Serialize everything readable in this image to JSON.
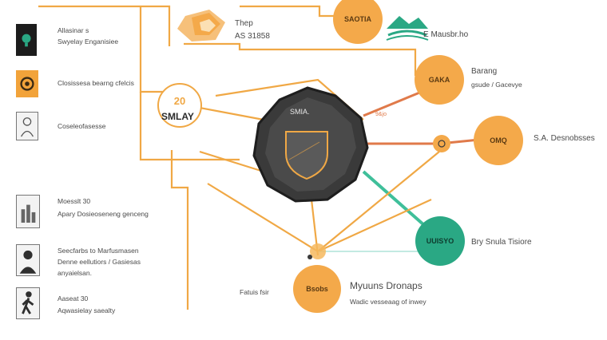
{
  "colors": {
    "orange": "#f4a94a",
    "orange_line": "#f0a845",
    "red_line": "#e07a4a",
    "teal": "#2aa884",
    "teal_line": "#3fbf9a",
    "hub": "#3a3a3a",
    "hub_shield": "#f0a845"
  },
  "icons": {
    "item1": "lightbulb-icon",
    "item2": "spiral-icon",
    "item3": "person-sketch-icon",
    "item4": "building-chart-icon",
    "item5": "person-portrait-icon",
    "item6": "walking-person-icon",
    "logo": "mountain-logo-icon",
    "hub": "shield-icon",
    "top_box": "cube-cluster-icon"
  },
  "left_list": [
    {
      "line1": "Allasinar s",
      "line2": "Swyelay Enganisiee"
    },
    {
      "line1": "Closissesa bearng cfelcis",
      "line2": ""
    },
    {
      "line1": "Coseleofasesse",
      "line2": ""
    },
    {
      "line1": "Moesslt 30",
      "line2": "Apary Dosieoseneng genceng"
    },
    {
      "line1": "Seecfarbs to Marfusmasen",
      "line2": "Denne eellutiors / Gasiesas",
      "line3": "anyaielsan."
    },
    {
      "line1": "Aaseat 30",
      "line2": "Aqwasielay saealty"
    }
  ],
  "top": {
    "box_line1": "Thep",
    "box_line2": "AS 31858"
  },
  "smlay_label": "SMLAY",
  "hub_label": "SMIA.",
  "nodes": {
    "top": "SAOTIA",
    "gaka": "GAKA",
    "omo": "OMQ",
    "teal": "UUISYO",
    "bottom": "Bsobs",
    "small_tag": "9&jo"
  },
  "labels": {
    "logo": "E Mausbr.ho",
    "gaka_line1": "Barang",
    "gaka_line2": "gsude / Gacevye",
    "omo": "S.A. Desnobsses",
    "teal": "Bry Snula Tisiore",
    "bottom_left": "Fatuis fsir",
    "bottom_title": "Myuuns Dronaps",
    "bottom_sub": "Wadic vesseaag of inwey"
  }
}
